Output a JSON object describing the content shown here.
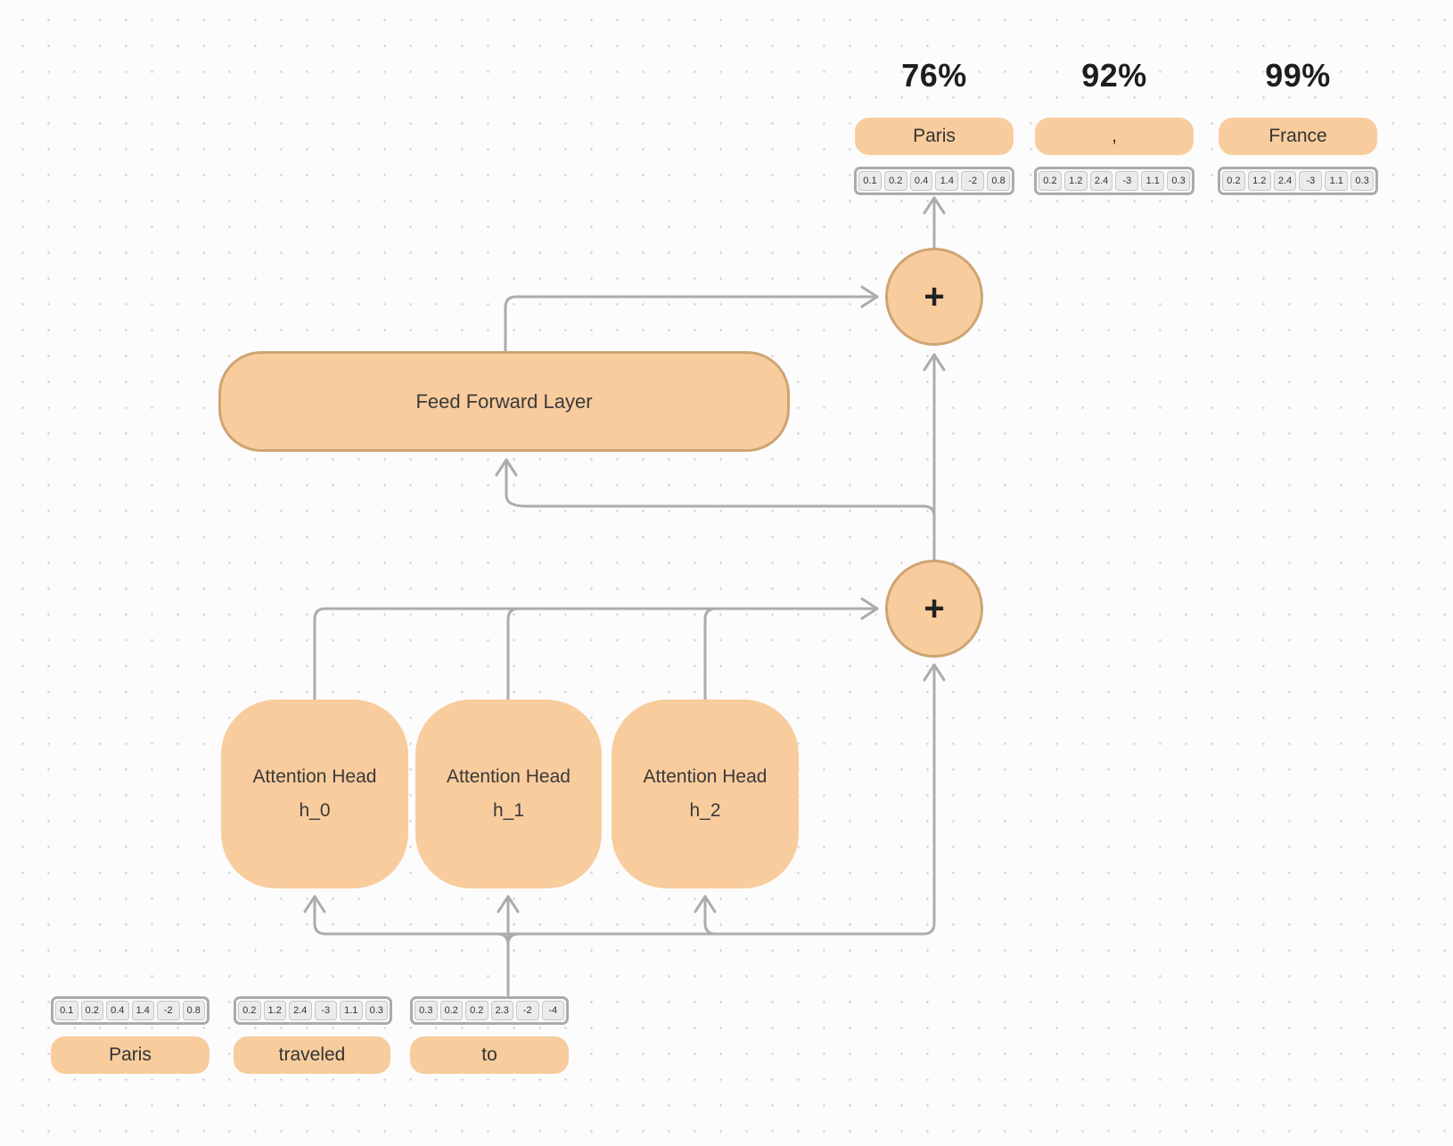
{
  "outputs": [
    {
      "probability": "76%",
      "token": "Paris",
      "vector": [
        "0.1",
        "0.2",
        "0.4",
        "1.4",
        "-2",
        "0.8"
      ]
    },
    {
      "probability": "92%",
      "token": ",",
      "vector": [
        "0.2",
        "1.2",
        "2.4",
        "-3",
        "1.1",
        "0.3"
      ]
    },
    {
      "probability": "99%",
      "token": "France",
      "vector": [
        "0.2",
        "1.2",
        "2.4",
        "-3",
        "1.1",
        "0.3"
      ]
    }
  ],
  "blocks": {
    "feed_forward_label": "Feed Forward Layer",
    "add_symbol": "+",
    "attention_heads": [
      {
        "line1": "Attention Head",
        "line2": "h_0"
      },
      {
        "line1": "Attention Head",
        "line2": "h_1"
      },
      {
        "line1": "Attention Head",
        "line2": "h_2"
      }
    ]
  },
  "inputs": [
    {
      "token": "Paris",
      "vector": [
        "0.1",
        "0.2",
        "0.4",
        "1.4",
        "-2",
        "0.8"
      ]
    },
    {
      "token": "traveled",
      "vector": [
        "0.2",
        "1.2",
        "2.4",
        "-3",
        "1.1",
        "0.3"
      ]
    },
    {
      "token": "to",
      "vector": [
        "0.3",
        "0.2",
        "0.2",
        "2.3",
        "-2",
        "-4"
      ]
    }
  ],
  "colors": {
    "node_fill": "#f8cc9d",
    "node_border": "#cfa472",
    "connector": "#acacac",
    "cell_fill": "#ebebeb",
    "cell_border": "#c7c7c7",
    "strip_border": "#ababab",
    "text": "#333333",
    "background": "#fcfcfc",
    "grid_dot": "#d9d9d9"
  }
}
